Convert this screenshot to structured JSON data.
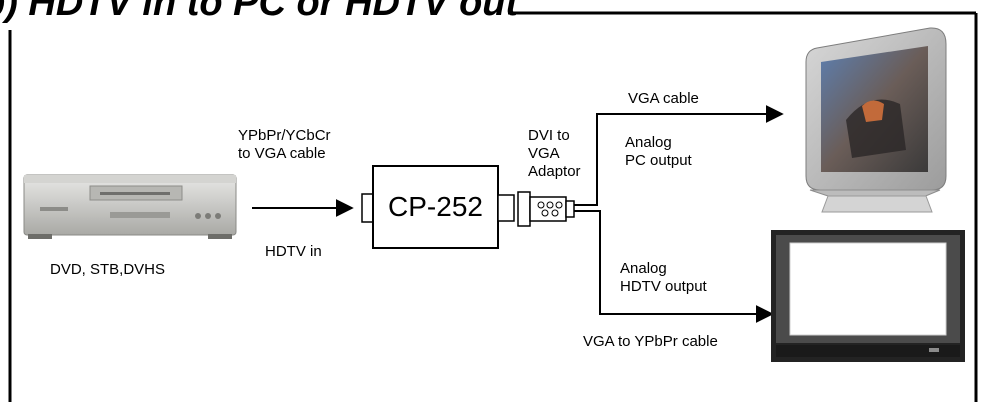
{
  "title": "b) HDTV in to PC or HDTV out",
  "devices": {
    "source_label": "DVD, STB,DVHS",
    "converter_label": "CP-252",
    "adaptor_label_lines": [
      "DVI to",
      "VGA",
      "Adaptor"
    ]
  },
  "cables": {
    "input_cable_lines": [
      "YPbPr/YCbCr",
      "to VGA cable"
    ],
    "input_signal": "HDTV in",
    "vga_cable": "VGA cable",
    "pc_output_lines": [
      "Analog",
      "PC output"
    ],
    "hdtv_output_lines": [
      "Analog",
      "HDTV output"
    ],
    "ypbpr_cable": "VGA to YPbPr cable"
  }
}
